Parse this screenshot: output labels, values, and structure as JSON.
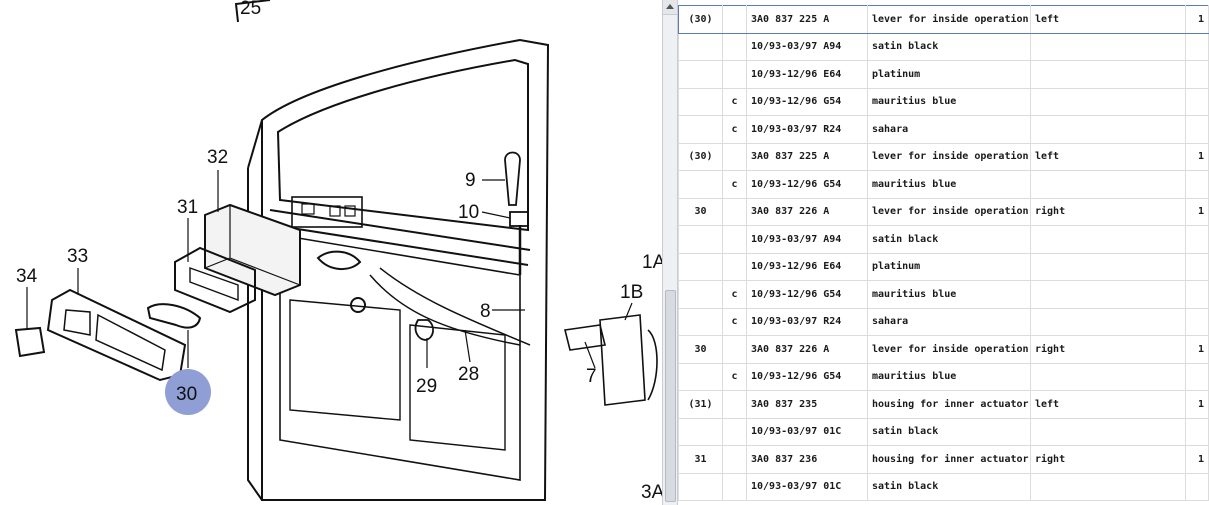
{
  "diagram": {
    "callouts": [
      "25",
      "32",
      "31",
      "33",
      "34",
      "30",
      "9",
      "10",
      "8",
      "29",
      "28",
      "7",
      "1A",
      "1B",
      "3A"
    ],
    "highlighted_callout": "30",
    "highlight_color": "#8f9ed4"
  },
  "parts_table": {
    "selected_row_index": 0,
    "rows": [
      {
        "pos": "(30)",
        "code": "",
        "part": "3A0 837 225 A",
        "desc": "lever for inside operation",
        "side": "left",
        "qty": "1"
      },
      {
        "pos": "",
        "code": "",
        "part": "10/93-03/97 A94",
        "desc": "satin black",
        "side": "",
        "qty": ""
      },
      {
        "pos": "",
        "code": "",
        "part": "10/93-12/96 E64",
        "desc": "platinum",
        "side": "",
        "qty": ""
      },
      {
        "pos": "",
        "code": "c",
        "part": "10/93-12/96 G54",
        "desc": "mauritius blue",
        "side": "",
        "qty": ""
      },
      {
        "pos": "",
        "code": "c",
        "part": "10/93-03/97 R24",
        "desc": "sahara",
        "side": "",
        "qty": ""
      },
      {
        "pos": "(30)",
        "code": "",
        "part": "3A0 837 225 A",
        "desc": "lever for inside operation",
        "side": "left",
        "qty": "1"
      },
      {
        "pos": "",
        "code": "c",
        "part": "10/93-12/96 G54",
        "desc": "mauritius blue",
        "side": "",
        "qty": ""
      },
      {
        "pos": "30",
        "code": "",
        "part": "3A0 837 226 A",
        "desc": "lever for inside operation",
        "side": "right",
        "qty": "1"
      },
      {
        "pos": "",
        "code": "",
        "part": "10/93-03/97 A94",
        "desc": "satin black",
        "side": "",
        "qty": ""
      },
      {
        "pos": "",
        "code": "",
        "part": "10/93-12/96 E64",
        "desc": "platinum",
        "side": "",
        "qty": ""
      },
      {
        "pos": "",
        "code": "c",
        "part": "10/93-12/96 G54",
        "desc": "mauritius blue",
        "side": "",
        "qty": ""
      },
      {
        "pos": "",
        "code": "c",
        "part": "10/93-03/97 R24",
        "desc": "sahara",
        "side": "",
        "qty": ""
      },
      {
        "pos": "30",
        "code": "",
        "part": "3A0 837 226 A",
        "desc": "lever for inside operation",
        "side": "right",
        "qty": "1"
      },
      {
        "pos": "",
        "code": "c",
        "part": "10/93-12/96 G54",
        "desc": "mauritius blue",
        "side": "",
        "qty": ""
      },
      {
        "pos": "(31)",
        "code": "",
        "part": "3A0 837 235",
        "desc": "housing for inner actuator",
        "side": "left",
        "qty": "1"
      },
      {
        "pos": "",
        "code": "",
        "part": "10/93-03/97 01C",
        "desc": "satin black",
        "side": "",
        "qty": ""
      },
      {
        "pos": "31",
        "code": "",
        "part": "3A0 837 236",
        "desc": "housing for inner actuator",
        "side": "right",
        "qty": "1"
      },
      {
        "pos": "",
        "code": "",
        "part": "10/93-03/97 01C",
        "desc": "satin black",
        "side": "",
        "qty": ""
      }
    ]
  },
  "colors": {
    "selection_border": "#5b7cb8",
    "grid_line": "#dcdcdc"
  }
}
